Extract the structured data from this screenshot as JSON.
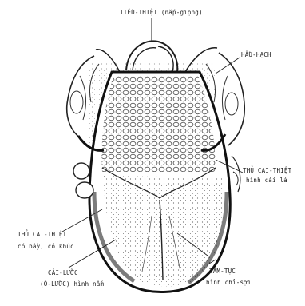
{
  "labels": {
    "top": "TIỂU-THIỆT (nắp-giọng)",
    "upper_right": "HẦU-HẠCH",
    "mid_right_1": "THỦ CAI-THIỆT",
    "mid_right_2": "hình cái lá",
    "left_1": "THỦ CAI-THIỆT",
    "left_2": "có bầy, có khúc",
    "bottom_left_1": "CÁI-LƯỠC",
    "bottom_left_2": "(Ô-LƯỠC) hình nấm",
    "bottom_right_1": "TÂM-TỤC",
    "bottom_right_2": "hình chỉ-sợi"
  }
}
